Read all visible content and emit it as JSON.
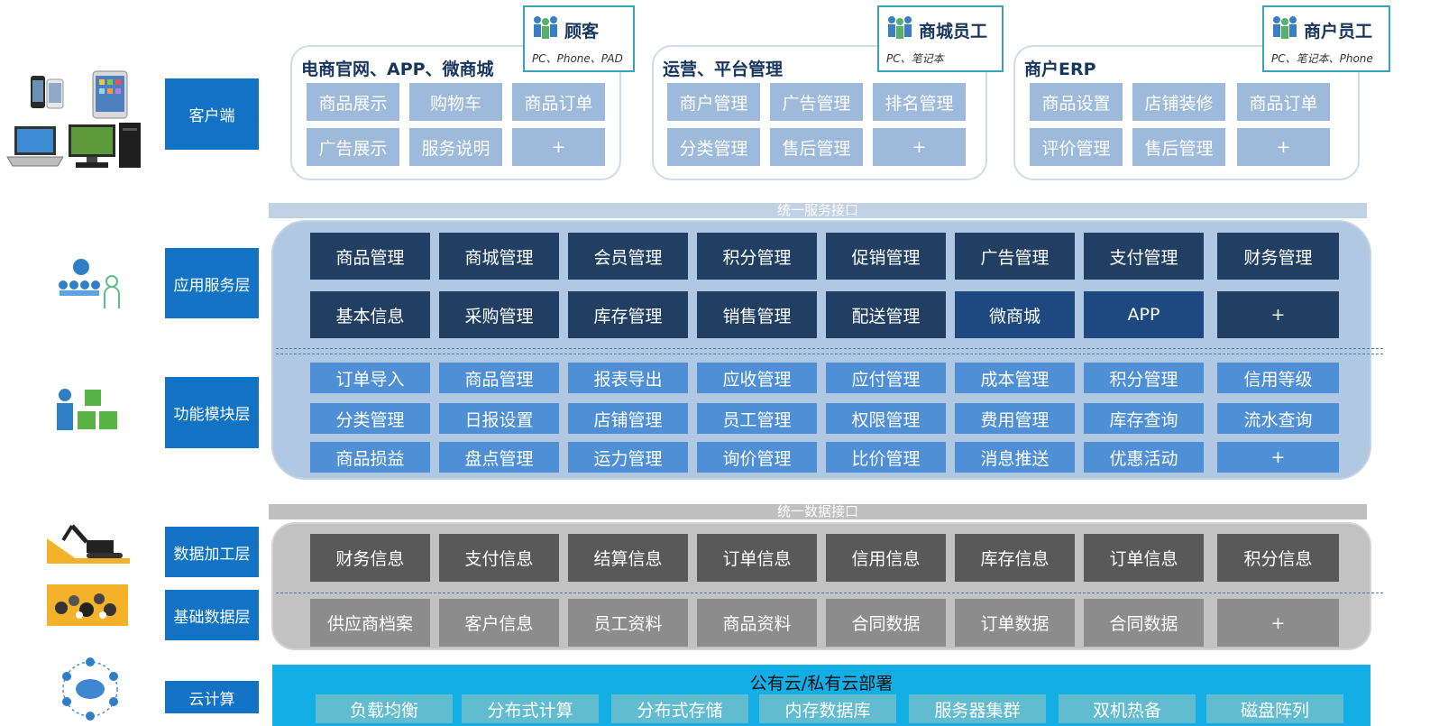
{
  "layers": {
    "client": "客户端",
    "app_service": "应用服务层",
    "function_module": "功能模块层",
    "data_processing": "数据加工层",
    "base_data": "基础数据层",
    "cloud": "云计算"
  },
  "client_panels": [
    {
      "title": "电商官网、APP、微商城",
      "role": "顾客",
      "role_devices": "PC、Phone、PAD",
      "items": [
        "商品展示",
        "购物车",
        "商品订单",
        "广告展示",
        "服务说明",
        "+"
      ]
    },
    {
      "title": "运营、平台管理",
      "role": "商城员工",
      "role_devices": "PC、笔记本",
      "items": [
        "商户管理",
        "广告管理",
        "排名管理",
        "分类管理",
        "售后管理",
        "+"
      ]
    },
    {
      "title": "商户ERP",
      "role": "商户员工",
      "role_devices": "PC、笔记本、Phone",
      "items": [
        "商品设置",
        "店铺装修",
        "商品订单",
        "评价管理",
        "售后管理",
        "+"
      ]
    }
  ],
  "service_interface": "统一服务接口",
  "data_interface": "统一数据接口",
  "app_rows": [
    [
      "商品管理",
      "商城管理",
      "会员管理",
      "积分管理",
      "促销管理",
      "广告管理",
      "支付管理",
      "财务管理"
    ],
    [
      "基本信息",
      "采购管理",
      "库存管理",
      "销售管理",
      "配送管理",
      "微商城",
      "APP",
      "+"
    ]
  ],
  "function_rows": [
    [
      "订单导入",
      "商品管理",
      "报表导出",
      "应收管理",
      "应付管理",
      "成本管理",
      "积分管理",
      "信用等级"
    ],
    [
      "分类管理",
      "日报设置",
      "店铺管理",
      "员工管理",
      "权限管理",
      "费用管理",
      "库存查询",
      "流水查询"
    ],
    [
      "商品损益",
      "盘点管理",
      "运力管理",
      "询价管理",
      "比价管理",
      "消息推送",
      "优惠活动",
      "+"
    ]
  ],
  "data_rows": [
    [
      "财务信息",
      "支付信息",
      "结算信息",
      "订单信息",
      "信用信息",
      "库存信息",
      "订单信息",
      "积分信息"
    ],
    [
      "供应商档案",
      "客户信息",
      "员工资料",
      "商品资料",
      "合同数据",
      "订单数据",
      "合同数据",
      "+"
    ]
  ],
  "cloud": {
    "title": "公有云/私有云部署",
    "items": [
      "负载均衡",
      "分布式计算",
      "分布式存储",
      "内存数据库",
      "服务器集群",
      "双机热备",
      "磁盘阵列"
    ]
  },
  "icons": {
    "client": [
      "phone-icon",
      "tablet-icon",
      "laptop-icon",
      "desktop-pc-icon"
    ],
    "app_service": "people-network-icon",
    "function_module": "person-blocks-icon",
    "data_processing": "excavator-icon",
    "base_data": "data-stones-icon",
    "cloud": "cloud-computing-icon",
    "roles": "people-group-icon"
  },
  "colors": {
    "layer_label": "#1273c4",
    "client_button": "#9dbadb",
    "app_dark": "#213f63",
    "app_mid": "#1d4880",
    "function_cell": "#4f8fd6",
    "data_dark": "#595959",
    "data_mid": "#8c8c8c",
    "cloud_bg": "#12aee5",
    "cloud_item": "#62bcd0"
  }
}
